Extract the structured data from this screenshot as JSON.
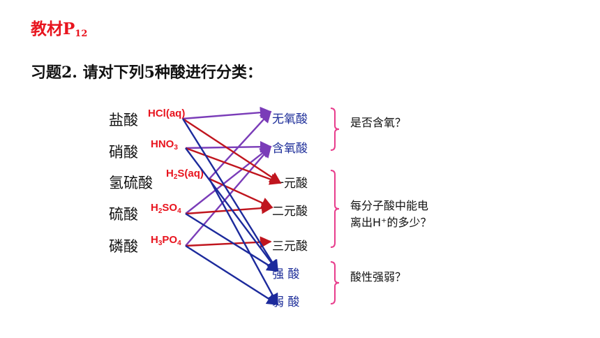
{
  "title": {
    "main": "教材P",
    "sub": "12"
  },
  "question": "习题2. 请对下列5种酸进行分类：",
  "acids": [
    {
      "name": "盐酸",
      "formula": [
        {
          "t": "HCl(aq)"
        }
      ]
    },
    {
      "name": "硝酸",
      "formula": [
        {
          "t": "HNO"
        },
        {
          "s": "3"
        }
      ]
    },
    {
      "name": "氢硫酸",
      "formula": [
        {
          "t": "H"
        },
        {
          "s": "2"
        },
        {
          "t": "S(aq)"
        }
      ]
    },
    {
      "name": "硫酸",
      "formula": [
        {
          "t": "H"
        },
        {
          "s": "2"
        },
        {
          "t": "SO"
        },
        {
          "s": "4"
        }
      ]
    },
    {
      "name": "磷酸",
      "formula": [
        {
          "t": "H"
        },
        {
          "s": "3"
        },
        {
          "t": "PO"
        },
        {
          "s": "4"
        }
      ]
    }
  ],
  "categories": [
    "无氧酸",
    "含氧酸",
    "一元酸",
    "二元酸",
    "三元酸",
    "强 酸",
    "弱 酸"
  ],
  "questions": [
    {
      "lines": [
        "是否含氧？"
      ]
    },
    {
      "lines": [
        "每分子酸中能电",
        "离出H⁺的多少？"
      ]
    },
    {
      "lines": [
        "酸性强弱？"
      ]
    }
  ],
  "connections": [
    {
      "from": 0,
      "to": 0,
      "group": "oxygen"
    },
    {
      "from": 2,
      "to": 0,
      "group": "oxygen"
    },
    {
      "from": 1,
      "to": 1,
      "group": "oxygen"
    },
    {
      "from": 3,
      "to": 1,
      "group": "oxygen"
    },
    {
      "from": 4,
      "to": 1,
      "group": "oxygen"
    },
    {
      "from": 0,
      "to": 2,
      "group": "hydrogen"
    },
    {
      "from": 1,
      "to": 2,
      "group": "hydrogen"
    },
    {
      "from": 2,
      "to": 3,
      "group": "hydrogen"
    },
    {
      "from": 3,
      "to": 3,
      "group": "hydrogen"
    },
    {
      "from": 4,
      "to": 4,
      "group": "hydrogen"
    },
    {
      "from": 0,
      "to": 5,
      "group": "strength"
    },
    {
      "from": 1,
      "to": 5,
      "group": "strength"
    },
    {
      "from": 3,
      "to": 5,
      "group": "strength"
    },
    {
      "from": 2,
      "to": 6,
      "group": "strength"
    },
    {
      "from": 4,
      "to": 6,
      "group": "strength"
    }
  ],
  "colors": {
    "title": "#e8141e",
    "formula": "#e8141e",
    "category_oxygen": "#1f2f9a",
    "category_other": "#111111",
    "category_strength": "#1f2f9a",
    "bracket": "#e83d8c",
    "arrow_oxygen": "#7a3cb8",
    "arrow_hydrogen": "#c0151e",
    "arrow_strength": "#1c2a9c"
  }
}
